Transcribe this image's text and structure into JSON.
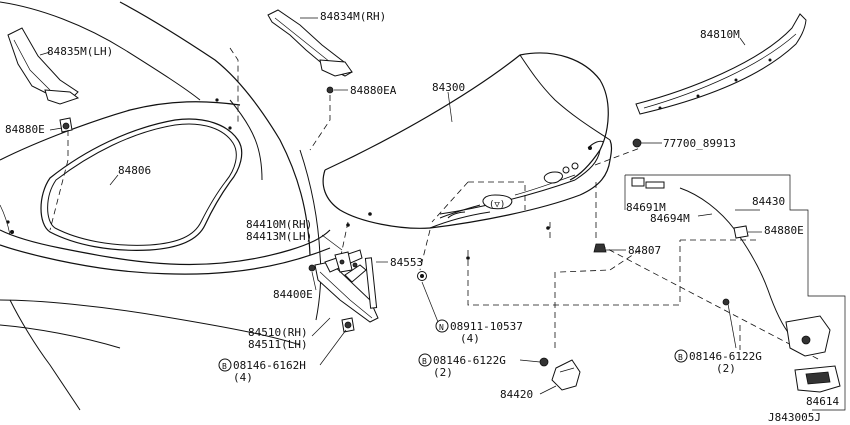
{
  "diagram_id": "J843005J",
  "callouts": {
    "weatherstrip_lh": "84835M(LH)",
    "weatherstrip_rh": "84834M(RH)",
    "finisher": "84810M",
    "lid_panel": "84300",
    "bumper_stop_rh": "84880EA",
    "bumper_stop_lh": "84880E",
    "seal": "84806",
    "emblem_part": "77700_89913",
    "lock_cable_group": "84430",
    "key_cylinder": "84691M",
    "rod": "84694M",
    "bumper_cable": "84880E",
    "bumper_center": "84807",
    "hinge_rh_lh_1": "84410M(RH)",
    "hinge_rh_lh_2": "84413M(LH)",
    "stay_spring": "84553",
    "hinge_stopper": "84400E",
    "hinge_arm_rh": "84510(RH)",
    "hinge_arm_lh": "84511(LH)",
    "bolt_hinge": "08146-6162H",
    "bolt_hinge_qty": "(4)",
    "nut": "08911-10537",
    "nut_qty": "(4)",
    "bolt_striker": "08146-6122G",
    "bolt_striker_qty": "(2)",
    "striker": "84420",
    "bolt_lock": "08146-6122G",
    "bolt_lock_qty": "(2)",
    "lock": "84614"
  },
  "prefix_marks": {
    "b": "B",
    "n": "N"
  }
}
